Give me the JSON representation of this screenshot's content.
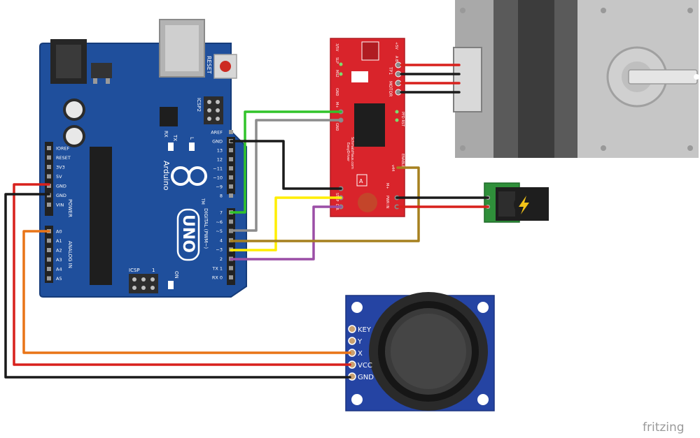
{
  "colors": {
    "arduino_board": "#1f4f9c",
    "arduino_edge": "#163c7a",
    "driver_board": "#d9242b",
    "joystick_board": "#2544a3",
    "power_jack_board": "#2f8f3a",
    "motor_body": "#b9b9b9",
    "motor_core": "#555555",
    "wire_red": "#d8201c",
    "wire_black": "#1a1a1a",
    "wire_green": "#31c42a",
    "wire_gray": "#8c8c8c",
    "wire_yellow": "#ffee00",
    "wire_purple": "#9b4ea6",
    "wire_brown": "#a6801f",
    "wire_orange": "#e97417"
  },
  "arduino": {
    "brand": "Arduino",
    "model": "UNO",
    "tm": "TM",
    "reset": "RESET",
    "icsp2": "ICSP2",
    "icsp": "ICSP",
    "tx": "TX",
    "rx": "RX",
    "l": "L",
    "on": "ON",
    "digital_label": "DIGITAL (PWM~)",
    "power_label": "POWER",
    "analog_label": "ANALOG IN",
    "one": "1",
    "power_pins": [
      "IOREF",
      "RESET",
      "3V3",
      "5V",
      "GND",
      "GND",
      "VIN"
    ],
    "analog_pins": [
      "A0",
      "A1",
      "A2",
      "A3",
      "A4",
      "A5"
    ],
    "digital_pins_top": [
      "AREF",
      "GND",
      "13",
      "12",
      "~11",
      "~10",
      "~9",
      "8"
    ],
    "digital_pins_bottom": [
      "7",
      "~6",
      "~5",
      "4",
      "~3",
      "2",
      "TX 1",
      "RX 0"
    ]
  },
  "driver": {
    "name": "SchmalzHaus.com",
    "product": "EasyDriver",
    "tp1": "TP1",
    "motor": "MOTOR",
    "pins_left": [
      "3/5V",
      "SLP",
      "MS2",
      "GND",
      "M+",
      "GND",
      "STEP",
      "DIR"
    ],
    "pwr_in": "PWR IN",
    "enable": "ENABLE",
    "pfd_rst": "PFD RST",
    "m_plus": "M+",
    "plus5v": "+5V",
    "a_b": "A B",
    "v44": "v44",
    "a_label": "A"
  },
  "joystick": {
    "pins": [
      "KEY",
      "Y",
      "X",
      "VCC",
      "GND"
    ]
  },
  "watermark": "fritzing"
}
